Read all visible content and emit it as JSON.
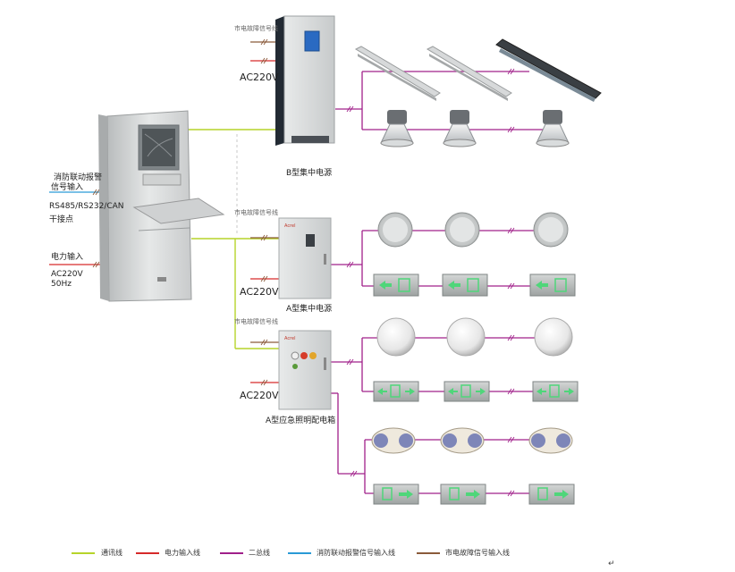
{
  "labels": {
    "signal_input": "市电故障信号线",
    "ac220v": "AC220V",
    "b_power": "B型集中电源",
    "a_power": "A型集中电源",
    "a_box": "A型应急照明配电箱",
    "fire_alarm_line1": "消防联动报警",
    "fire_alarm_line2": "信号输入",
    "rs485_line1": "RS485/RS232/CAN",
    "rs485_line2": "干接点",
    "power_input": "电力输入",
    "ac_left_1": "AC220V",
    "ac_left_2": "50Hz"
  },
  "legend": [
    {
      "label": "通讯线",
      "color": "#b6d42a"
    },
    {
      "label": "电力输入线",
      "color": "#d62a2a"
    },
    {
      "label": "二总线",
      "color": "#a0208a"
    },
    {
      "label": "消防联动报警信号输入线",
      "color": "#2a9ad6"
    },
    {
      "label": "市电故障信号输入线",
      "color": "#8a5a3a"
    }
  ],
  "corner_mark": "↵",
  "colors": {
    "comm": "#b6d42a",
    "power": "#d62a2a",
    "bus": "#a0208a",
    "fire": "#2a9ad6",
    "fault": "#8a5a3a"
  }
}
